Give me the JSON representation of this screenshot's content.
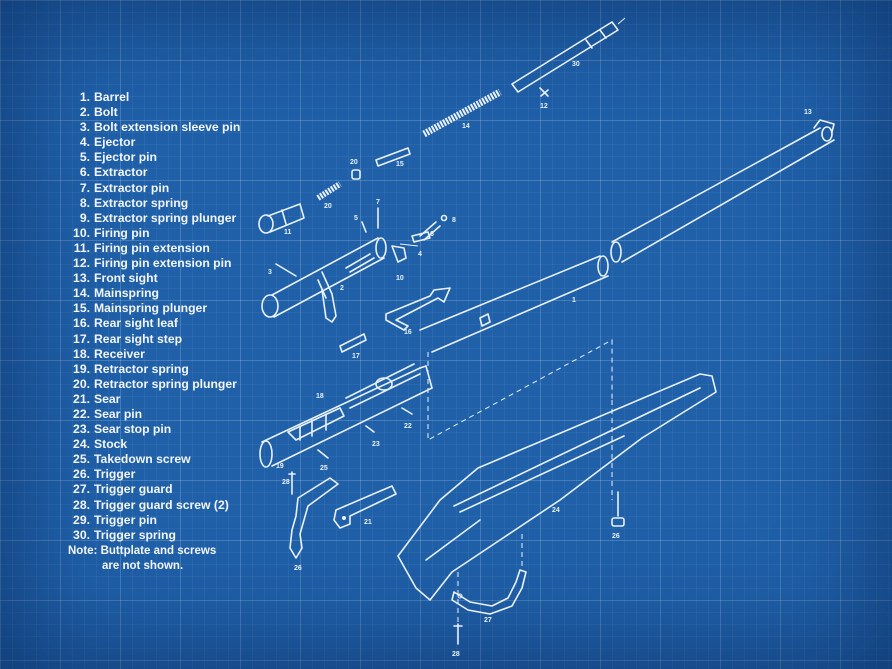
{
  "diagram": {
    "legend": [
      {
        "num": "1.",
        "label": "Barrel"
      },
      {
        "num": "2.",
        "label": "Bolt"
      },
      {
        "num": "3.",
        "label": "Bolt extension sleeve pin"
      },
      {
        "num": "4.",
        "label": "Ejector"
      },
      {
        "num": "5.",
        "label": "Ejector pin"
      },
      {
        "num": "6.",
        "label": "Extractor"
      },
      {
        "num": "7.",
        "label": "Extractor pin"
      },
      {
        "num": "8.",
        "label": "Extractor spring"
      },
      {
        "num": "9.",
        "label": "Extractor spring plunger"
      },
      {
        "num": "10.",
        "label": "Firing pin"
      },
      {
        "num": "11.",
        "label": "Firing pin extension"
      },
      {
        "num": "12.",
        "label": "Firing pin extension pin"
      },
      {
        "num": "13.",
        "label": "Front sight"
      },
      {
        "num": "14.",
        "label": "Mainspring"
      },
      {
        "num": "15.",
        "label": "Mainspring plunger"
      },
      {
        "num": "16.",
        "label": "Rear sight leaf"
      },
      {
        "num": "17.",
        "label": "Rear sight step"
      },
      {
        "num": "18.",
        "label": "Receiver"
      },
      {
        "num": "19.",
        "label": "Retractor spring"
      },
      {
        "num": "20.",
        "label": "Retractor spring plunger"
      },
      {
        "num": "21.",
        "label": "Sear"
      },
      {
        "num": "22.",
        "label": "Sear pin"
      },
      {
        "num": "23.",
        "label": "Sear stop pin"
      },
      {
        "num": "24.",
        "label": "Stock"
      },
      {
        "num": "25.",
        "label": "Takedown screw"
      },
      {
        "num": "26.",
        "label": "Trigger"
      },
      {
        "num": "27.",
        "label": "Trigger guard"
      },
      {
        "num": "28.",
        "label": "Trigger guard screw (2)"
      },
      {
        "num": "29.",
        "label": "Trigger pin"
      },
      {
        "num": "30.",
        "label": "Trigger spring"
      }
    ],
    "note_line1": "Note: Buttplate and screws",
    "note_line2": "are not shown.",
    "callouts": {
      "c1": "1",
      "c2": "2",
      "c3": "3",
      "c4": "4",
      "c5": "5",
      "c6": "6",
      "c7": "7",
      "c8": "8",
      "c10": "10",
      "c11": "11",
      "c12": "12",
      "c13": "13",
      "c14": "14",
      "c15": "15",
      "c16": "16",
      "c17": "17",
      "c18": "18",
      "c19": "19",
      "c20a": "20",
      "c20b": "20",
      "c21": "21",
      "c22": "22",
      "c23": "23",
      "c24": "24",
      "c25": "25",
      "c26": "26",
      "c27": "27",
      "c28": "28",
      "c30": "30"
    }
  },
  "colors": {
    "background": "#1f60a9",
    "line": "#e9f1fb"
  }
}
